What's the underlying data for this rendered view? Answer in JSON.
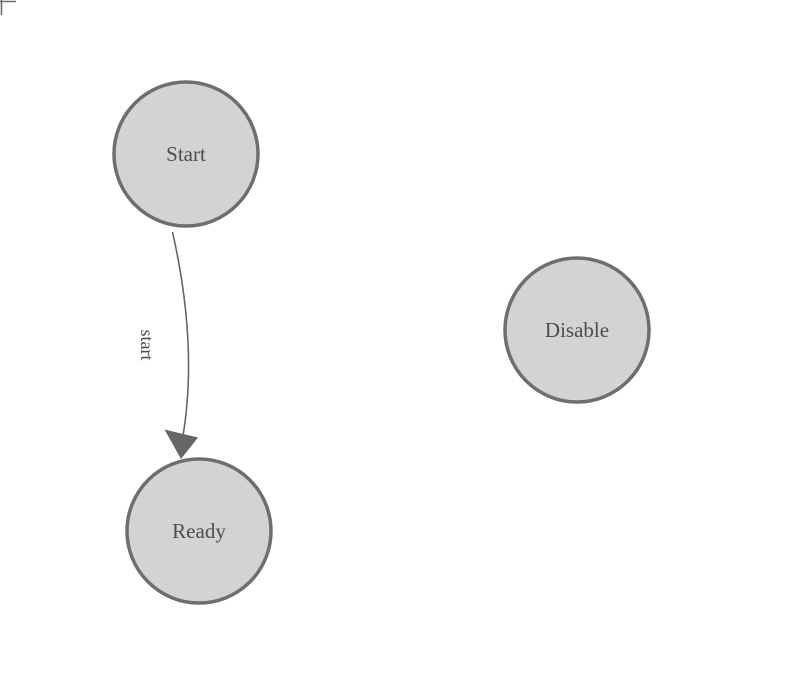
{
  "canvas": {
    "background": "#ffffff",
    "corner_mark_color": "#6e6e6e"
  },
  "diagram": {
    "nodes": [
      {
        "id": "start",
        "label": "Start"
      },
      {
        "id": "ready",
        "label": "Ready"
      },
      {
        "id": "disable",
        "label": "Disable"
      }
    ],
    "edges": [
      {
        "from": "Start",
        "to": "Ready",
        "label": "start"
      }
    ],
    "colors": {
      "node_fill": "#d3d3d3",
      "node_stroke": "#6e6e6e",
      "node_label": "#4d4d4d",
      "edge_stroke": "#666666",
      "edge_arrowhead": "#666666",
      "edge_label": "#4a4a55"
    }
  }
}
